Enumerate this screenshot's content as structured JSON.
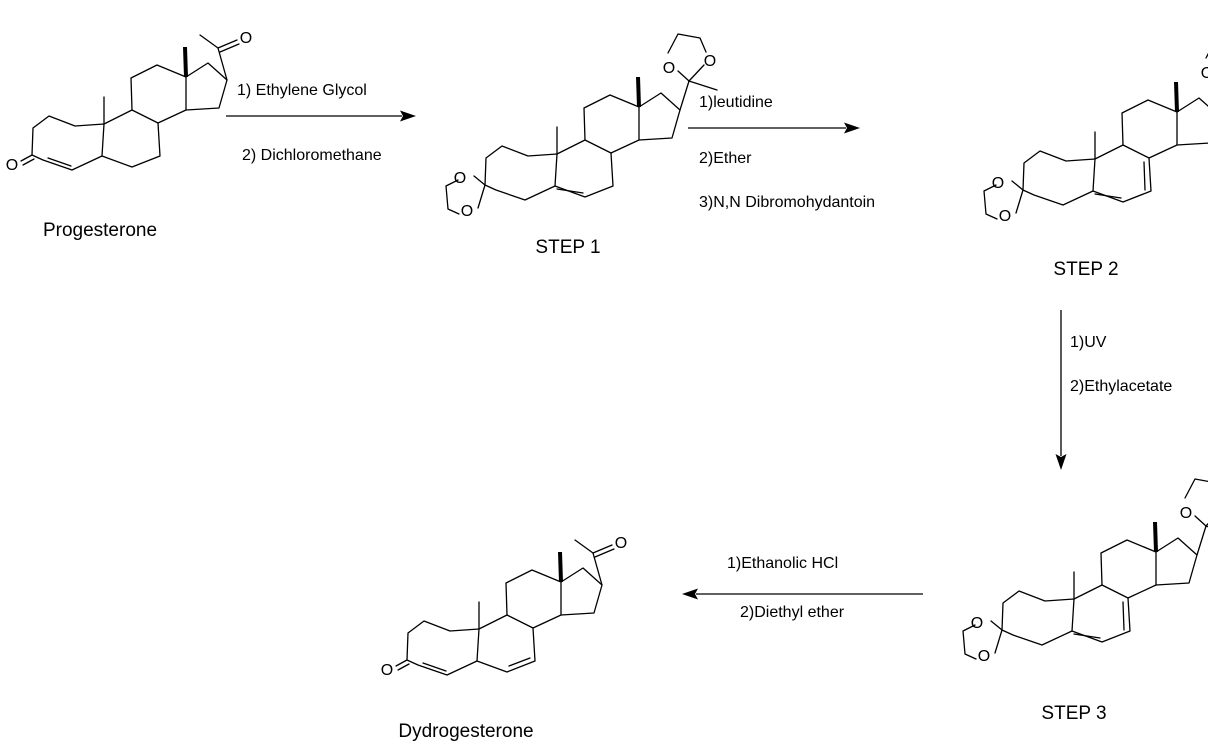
{
  "atom_oxygen": "O",
  "compounds": {
    "progesterone": "Progesterone",
    "step1": "STEP 1",
    "step2": "STEP 2",
    "step3": "STEP 3",
    "dydrogesterone": "Dydrogesterone"
  },
  "reactions": [
    {
      "reagents": [
        "1) Ethylene Glycol",
        "2) Dichloromethane"
      ]
    },
    {
      "reagents": [
        "1)leutidine",
        "2)Ether",
        "3)N,N Dibromohydantoin"
      ]
    },
    {
      "reagents": [
        "1)UV",
        "2)Ethylacetate"
      ]
    },
    {
      "reagents": [
        "1)Ethanolic HCl",
        "2)Diethyl ether"
      ]
    }
  ]
}
